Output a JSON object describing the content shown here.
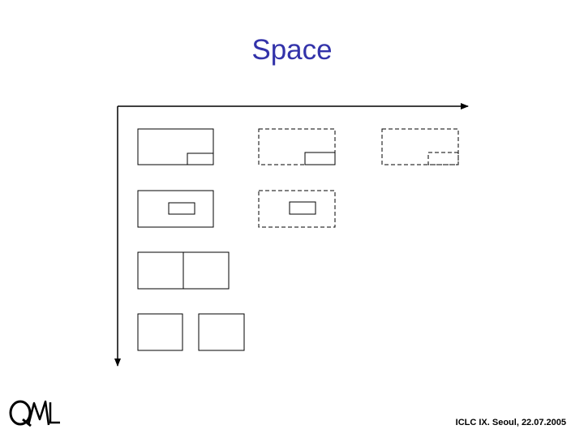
{
  "slide": {
    "title": "Space",
    "footer": "ICLC IX. Seoul, 22.07.2005"
  },
  "logo": {
    "name": "QML logo",
    "text": "QML"
  },
  "colors": {
    "title": "#3333aa",
    "stroke": "#000000",
    "background": "#ffffff"
  }
}
